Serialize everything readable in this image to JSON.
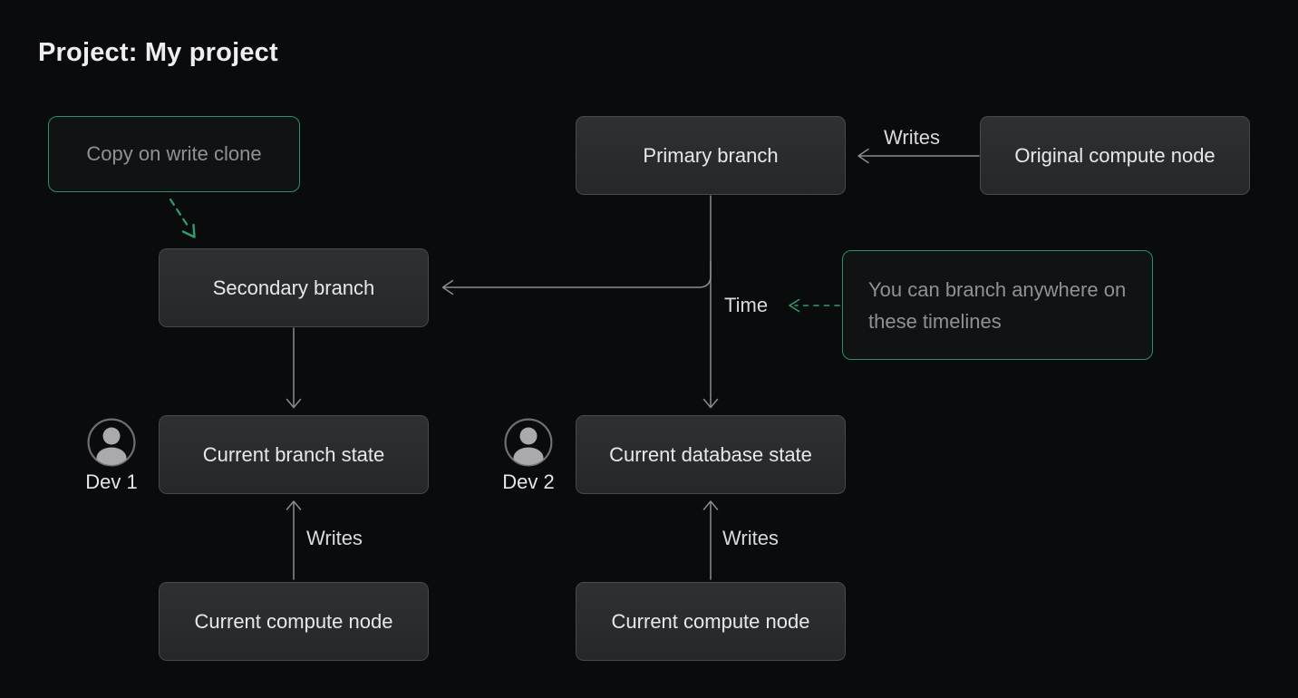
{
  "title": "Project: My project",
  "colors": {
    "background": "#0a0b0c",
    "node_fill_top": "#2e3034",
    "node_fill_bottom": "#25272a",
    "node_border": "#47494d",
    "node_text": "#e8e8eb",
    "annotation_border": "#2e8f66",
    "annotation_text": "#909196",
    "connector_line": "#8b8b90",
    "green_accent": "#2f9d6b",
    "label_text": "#dadade"
  },
  "nodes": [
    {
      "id": "primary-branch",
      "label": "Primary branch"
    },
    {
      "id": "original-compute-node",
      "label": "Original compute node"
    },
    {
      "id": "secondary-branch",
      "label": "Secondary branch"
    },
    {
      "id": "current-branch-state",
      "label": "Current branch state"
    },
    {
      "id": "current-database-state",
      "label": "Current database state"
    },
    {
      "id": "current-compute-node-left",
      "label": "Current compute node"
    },
    {
      "id": "current-compute-node-right",
      "label": "Current compute node"
    }
  ],
  "annotations": [
    {
      "id": "copy-on-write-clone",
      "label": "Copy on write clone"
    },
    {
      "id": "branch-anywhere",
      "label": "You can branch anywhere on these timelines"
    }
  ],
  "edge_labels": {
    "writes_top": "Writes",
    "time": "Time",
    "writes_left": "Writes",
    "writes_right": "Writes"
  },
  "devs": [
    {
      "id": "dev-1",
      "label": "Dev 1",
      "icon": "person-icon"
    },
    {
      "id": "dev-2",
      "label": "Dev 2",
      "icon": "person-icon"
    }
  ]
}
